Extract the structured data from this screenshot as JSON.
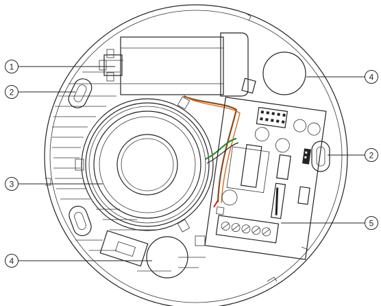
{
  "callouts": [
    {
      "id": "c1",
      "label": "1"
    },
    {
      "id": "c2a",
      "label": "2"
    },
    {
      "id": "c2b",
      "label": "2"
    },
    {
      "id": "c3",
      "label": "3"
    },
    {
      "id": "c4a",
      "label": "4"
    },
    {
      "id": "c4b",
      "label": "4"
    },
    {
      "id": "c5",
      "label": "5"
    }
  ],
  "colors": {
    "outline": "#222222",
    "metal_light": "#e6e6e6",
    "metal_mid": "#b8b8b8",
    "metal_dark": "#8c8c8c",
    "wire_brown": "#8a4a1c",
    "wire_orange": "#d2691e",
    "wire_green": "#2e8b2e",
    "wire_red": "#cc2222",
    "pcb": "#eeeeee"
  }
}
